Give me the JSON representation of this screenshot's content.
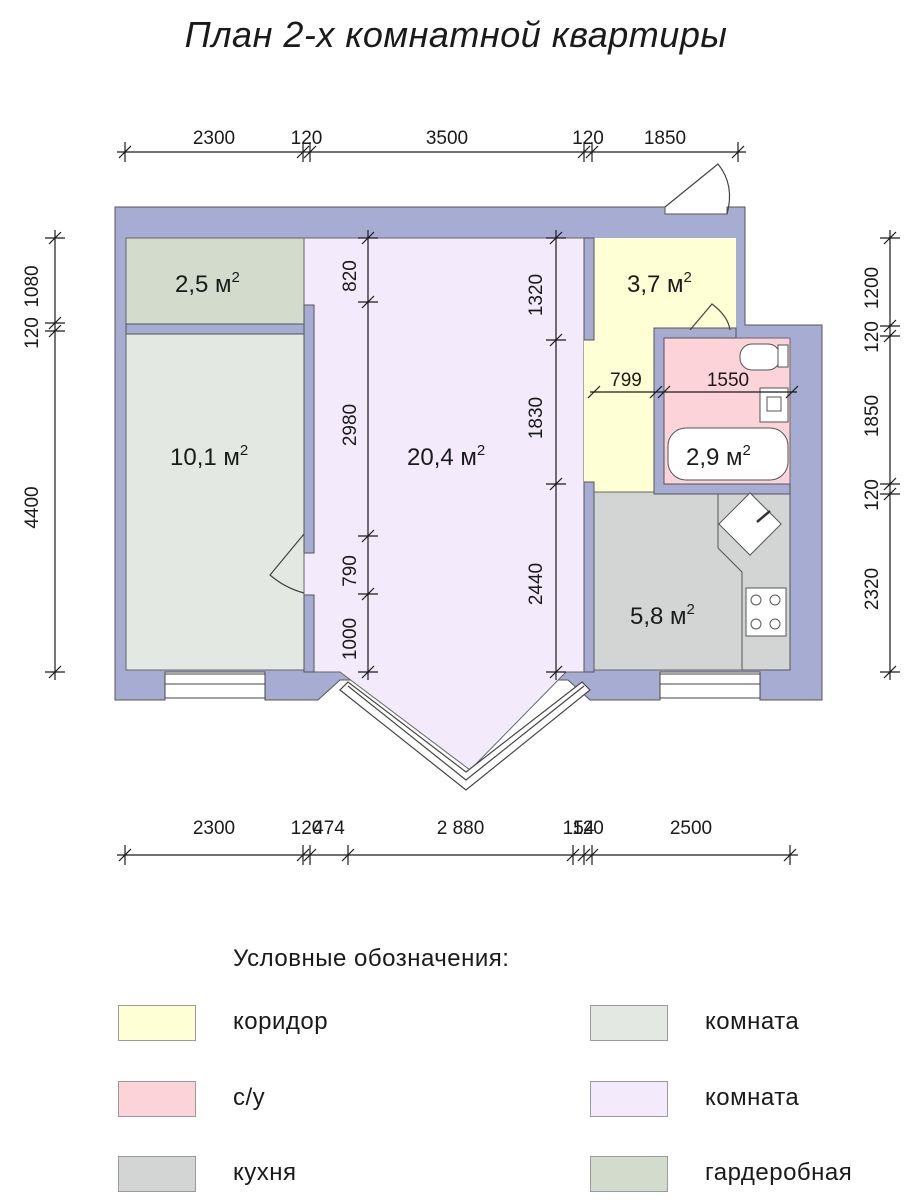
{
  "title": "План 2-х комнатной квартиры",
  "colors": {
    "wall": "#a7acd3",
    "corridor": "#ffffd6",
    "bathroom": "#fcd3d8",
    "kitchen": "#d3d5d4",
    "room1": "#e3e8e2",
    "room2": "#f3ebfc",
    "wardrobe": "#d2dbcc"
  },
  "rooms": {
    "wardrobe_area": "2,5 м",
    "room1_area": "10,1 м",
    "room2_area": "20,4 м",
    "corridor_area": "3,7 м",
    "bathroom_area": "2,9 м",
    "kitchen_area": "5,8 м",
    "unit_sup": "2"
  },
  "dims_top": [
    "2300",
    "120",
    "3500",
    "120",
    "1850"
  ],
  "dims_bottom": [
    "2300",
    "120",
    "474",
    "2 880",
    "154",
    "120",
    "2500"
  ],
  "dims_left": [
    "1080",
    "120",
    "4400"
  ],
  "dims_right": [
    "1200",
    "120",
    "1850",
    "120",
    "2320"
  ],
  "dims_inner_room2_left": [
    "820",
    "2980",
    "790",
    "1000"
  ],
  "dims_inner_room2_right": [
    "1320",
    "1830",
    "2440"
  ],
  "dims_inner_bath": [
    "799",
    "1550"
  ],
  "legend": {
    "title": "Условные обозначения:",
    "items": [
      {
        "label": "коридор",
        "color": "#ffffd6"
      },
      {
        "label": "с/у",
        "color": "#fcd3d8"
      },
      {
        "label": "кухня",
        "color": "#d3d5d4"
      },
      {
        "label": "комната",
        "color": "#e3e8e2"
      },
      {
        "label": "комната",
        "color": "#f3ebfc"
      },
      {
        "label": "гардеробная",
        "color": "#d2dbcc"
      }
    ]
  }
}
